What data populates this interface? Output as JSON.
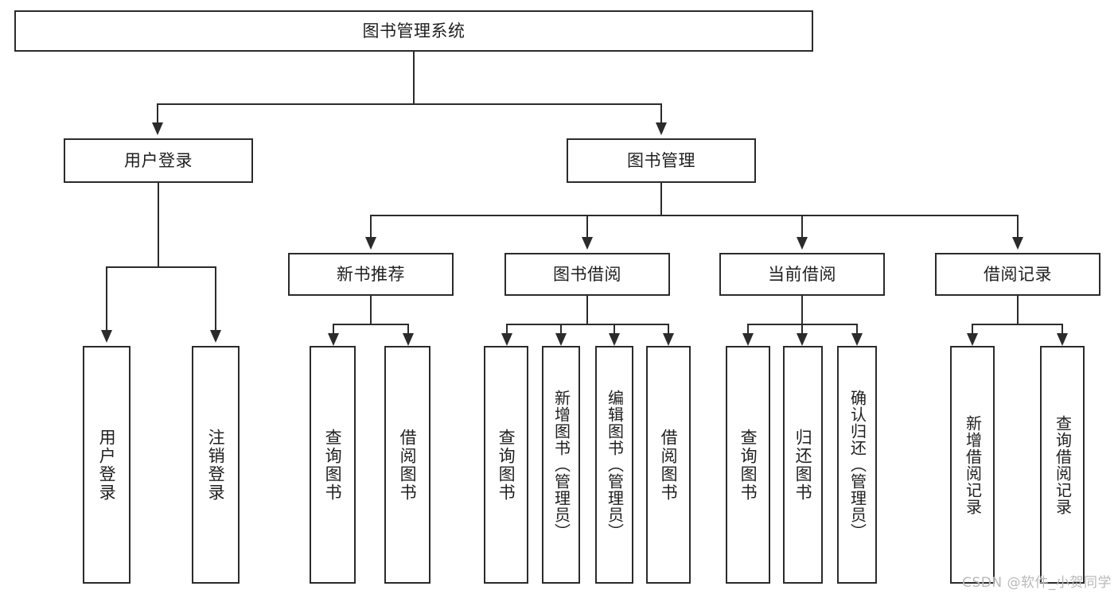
{
  "diagram": {
    "title": "图书管理系统",
    "watermark": "CSDN @软件_小贺同学",
    "level2": {
      "user_login": "用户登录",
      "book_manage": "图书管理"
    },
    "level3": {
      "new_book_rec": "新书推荐",
      "book_borrow": "图书借阅",
      "current_borrow": "当前借阅",
      "borrow_record": "借阅记录"
    },
    "leaves": {
      "user_login_1": "用户登录",
      "user_login_2": "注销登录",
      "rec_1": "查询图书",
      "rec_2": "借阅图书",
      "borrow_1": "查询图书",
      "borrow_2": "新增图书（管理员）",
      "borrow_3": "编辑图书（管理员）",
      "borrow_4": "借阅图书",
      "cur_1": "查询图书",
      "cur_2": "归还图书",
      "cur_3": "确认归还（管理员）",
      "rec_log_1": "新增借阅记录",
      "rec_log_2": "查询借阅记录"
    }
  },
  "colors": {
    "stroke": "#2b2b2b",
    "background": "#ffffff",
    "text": "#1f1f1f",
    "watermark": "#b9b9b9"
  }
}
